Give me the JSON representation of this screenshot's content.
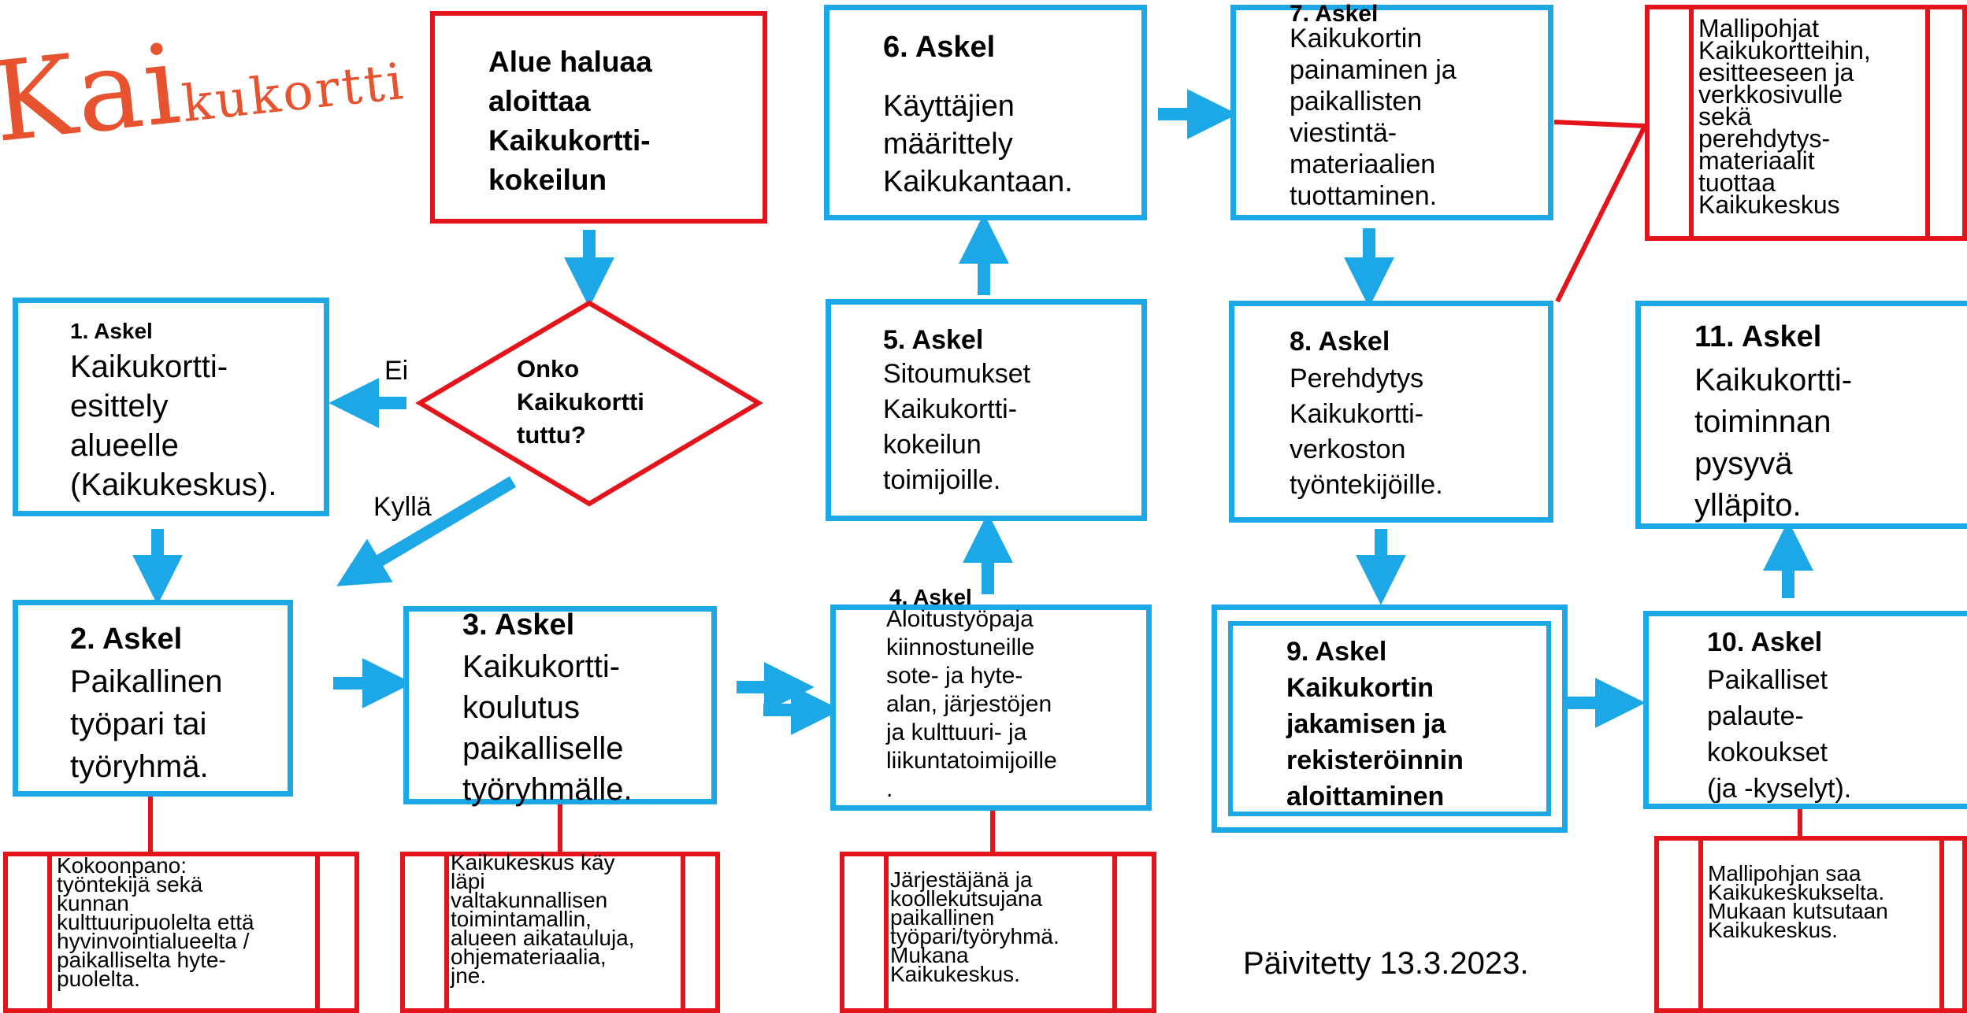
{
  "logo": {
    "text_big": "Kai",
    "text_small": "kukortti"
  },
  "start": {
    "text": [
      "Alue haluaa",
      "aloittaa",
      "Kaikukortti-",
      "kokeilun"
    ]
  },
  "decision": {
    "text": [
      "Onko",
      "Kaikukortti",
      "tuttu?"
    ],
    "no_label": "Ei",
    "yes_label": "Kyllä"
  },
  "steps": {
    "s1": {
      "title": "1. Askel",
      "lines": [
        "Kaikukortti-",
        "esittely",
        "alueelle",
        "(Kaikukeskus)."
      ]
    },
    "s2": {
      "title": "2. Askel",
      "lines": [
        "Paikallinen",
        "työpari tai",
        "työryhmä."
      ]
    },
    "s3": {
      "title": "3. Askel",
      "lines": [
        "Kaikukortti-",
        "koulutus",
        "paikalliselle",
        "työryhmälle."
      ]
    },
    "s4": {
      "title": "4. Askel",
      "lines": [
        "Aloitustyöpaja",
        "kiinnostuneille",
        "sote- ja hyte-",
        "alan, järjestöjen",
        "ja kulttuuri- ja",
        "liikuntatoimijoille",
        "."
      ]
    },
    "s5": {
      "title": "5. Askel",
      "lines": [
        "Sitoumukset",
        "Kaikukortti-",
        "kokeilun",
        "toimijoille."
      ]
    },
    "s6": {
      "title": "6. Askel",
      "lines": [
        "Käyttäjien",
        "määrittely",
        "Kaikukantaan."
      ]
    },
    "s7": {
      "title": "7. Askel",
      "lines": [
        "Kaikukortin",
        "painaminen ja",
        "paikallisten",
        "viestintä-",
        "materiaalien",
        "tuottaminen."
      ]
    },
    "s8": {
      "title": "8. Askel",
      "lines": [
        "Perehdytys",
        "Kaikukortti-",
        "verkoston",
        "työntekijöille."
      ]
    },
    "s9": {
      "title": "9. Askel",
      "lines": [
        "Kaikukortin",
        "jakamisen ja",
        "rekisteröinnin",
        "aloittaminen"
      ]
    },
    "s10": {
      "title": "10. Askel",
      "lines": [
        "Paikalliset",
        "palaute-",
        "kokoukset",
        "(ja -kyselyt)."
      ]
    },
    "s11": {
      "title": "11. Askel",
      "lines": [
        "Kaikukortti-",
        "toiminnan",
        "pysyvä",
        "ylläpito."
      ]
    }
  },
  "notes": {
    "n2": [
      "Kokoonpano:",
      "työntekijä sekä",
      "kunnan",
      "kulttuuripuolelta että",
      "hyvinvointialueelta /",
      "paikalliselta hyte-",
      "puolelta."
    ],
    "n3": [
      "Kaikukeskus käy",
      "läpi",
      "valtakunnallisen",
      "toimintamallin,",
      "alueen aikatauluja,",
      "ohjemateriaalia,",
      "jne."
    ],
    "n4": [
      "Järjestäjänä ja",
      "koollekutsujana",
      "paikallinen",
      "työpari/työryhmä.",
      "Mukana",
      "Kaikukeskus."
    ],
    "n7": [
      "Mallipohjat",
      "Kaikukortteihin,",
      "esitteeseen ja",
      "verkkosivulle",
      "sekä",
      "perehdytys-",
      "materiaalit",
      "tuottaa",
      "Kaikukeskus"
    ],
    "n10": [
      "Mallipohjan saa",
      "Kaikukeskukselta.",
      "Mukaan kutsutaan",
      "Kaikukeskus."
    ]
  },
  "updated": "Päivitetty 13.3.2023.",
  "colors": {
    "blue": "#1ca7e6",
    "red": "#e3141b",
    "logo": "#e8532f"
  }
}
